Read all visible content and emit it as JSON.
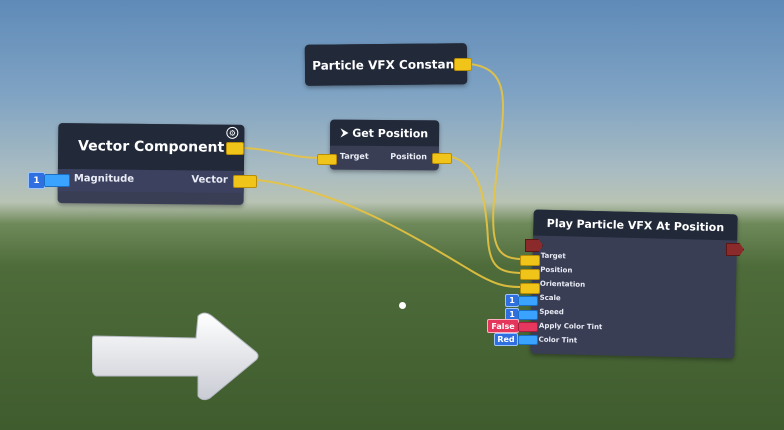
{
  "nodes": {
    "vector_component": {
      "title": "Vector Component",
      "inputs": [
        {
          "label": "Magnitude",
          "value": "1"
        }
      ],
      "outputs": [
        {
          "label": "Vector"
        }
      ]
    },
    "particle_vfx_constant": {
      "title": "Particle VFX Constant"
    },
    "get_position": {
      "title": "Get Position",
      "input_label": "Target",
      "output_label": "Position"
    },
    "play_particle": {
      "title": "Play Particle VFX At Position",
      "ports": [
        {
          "label": "Target",
          "type": "object"
        },
        {
          "label": "Position",
          "type": "vector"
        },
        {
          "label": "Orientation",
          "type": "vector"
        },
        {
          "label": "Scale",
          "type": "number",
          "value": "1"
        },
        {
          "label": "Speed",
          "type": "number",
          "value": "1"
        },
        {
          "label": "Apply Color Tint",
          "type": "bool",
          "value": "False"
        },
        {
          "label": "Color Tint",
          "type": "color",
          "value": "Red"
        }
      ]
    }
  },
  "colors": {
    "node_body": "#3a3e55",
    "node_header": "#222a3a",
    "wire_yellow": "#e8c440",
    "pin_blue": "#3aa2ff",
    "pin_red": "#e6375e"
  },
  "icons": {
    "vector_component_corner": "gear-icon",
    "get_position_prefix": "arrow-move-icon"
  }
}
